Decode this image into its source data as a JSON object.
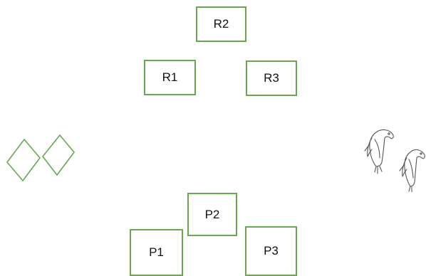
{
  "boxes": {
    "r1": "R1",
    "r2": "R2",
    "r3": "R3",
    "p1": "P1",
    "p2": "P2",
    "p3": "P3"
  },
  "colors": {
    "box_border": "#6aa84f",
    "diamond_stroke": "#6aa84f",
    "bird_stroke": "#555555"
  },
  "icons": {
    "left_group": "green-diamond-icon",
    "right_group": "bird-sketch-icon"
  }
}
